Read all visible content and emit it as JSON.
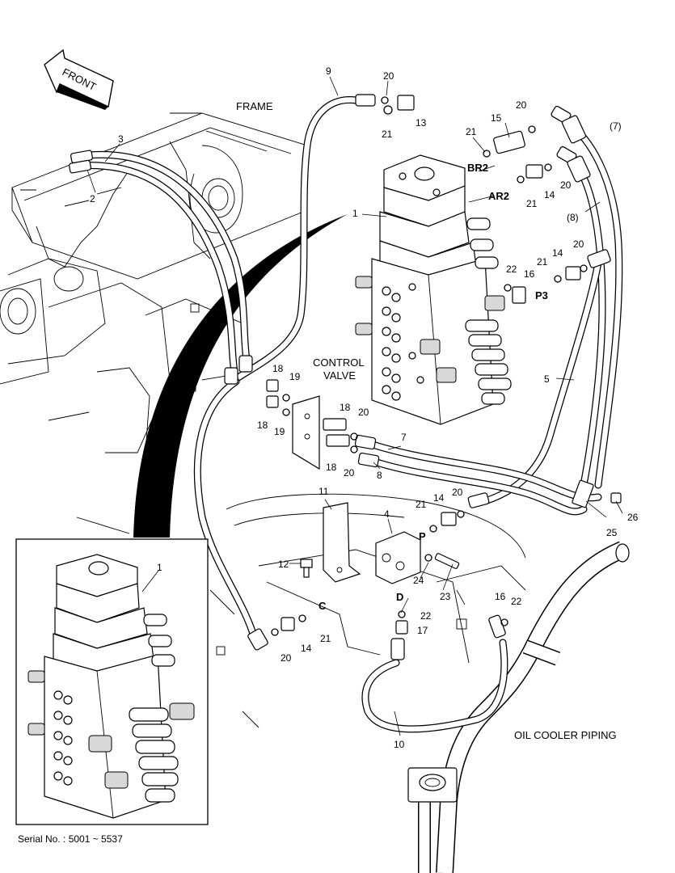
{
  "diagram": {
    "direction_label": "FRONT",
    "region_labels": {
      "frame": "FRAME",
      "control_valve": [
        "CONTROL",
        "VALVE"
      ],
      "oil_cooler": "OIL COOLER PIPING"
    },
    "port_labels": {
      "br2": "BR2",
      "ar2": "AR2",
      "p3": "P3",
      "p": "P",
      "c": "C",
      "d": "D"
    },
    "callouts": {
      "c1": "1",
      "c2": "2",
      "c3": "3",
      "c4": "4",
      "c5": "5",
      "c7p": "(7)",
      "c8p": "(8)",
      "c7": "7",
      "c8": "8",
      "c9": "9",
      "c10": "10",
      "c11": "11",
      "c12": "12",
      "c13": "13",
      "c14a": "14",
      "c14b": "14",
      "c14c": "14",
      "c14d": "14",
      "c15": "15",
      "c16a": "16",
      "c16b": "16",
      "c17": "17",
      "c18a": "18",
      "c18b": "18",
      "c18c": "18",
      "c18d": "18",
      "c19a": "19",
      "c19b": "19",
      "c20a": "20",
      "c20b": "20",
      "c20c": "20",
      "c20d": "20",
      "c20e": "20",
      "c20f": "20",
      "c20g": "20",
      "c20h": "20",
      "c21a": "21",
      "c21b": "21",
      "c21c": "21",
      "c21d": "21",
      "c21e": "21",
      "c21f": "21",
      "c22a": "22",
      "c22b": "22",
      "c22c": "22",
      "c23": "23",
      "c24": "24",
      "c25": "25",
      "c26": "26",
      "inset1": "1"
    },
    "footer": "Serial No. : 5001 ~ 5537"
  }
}
